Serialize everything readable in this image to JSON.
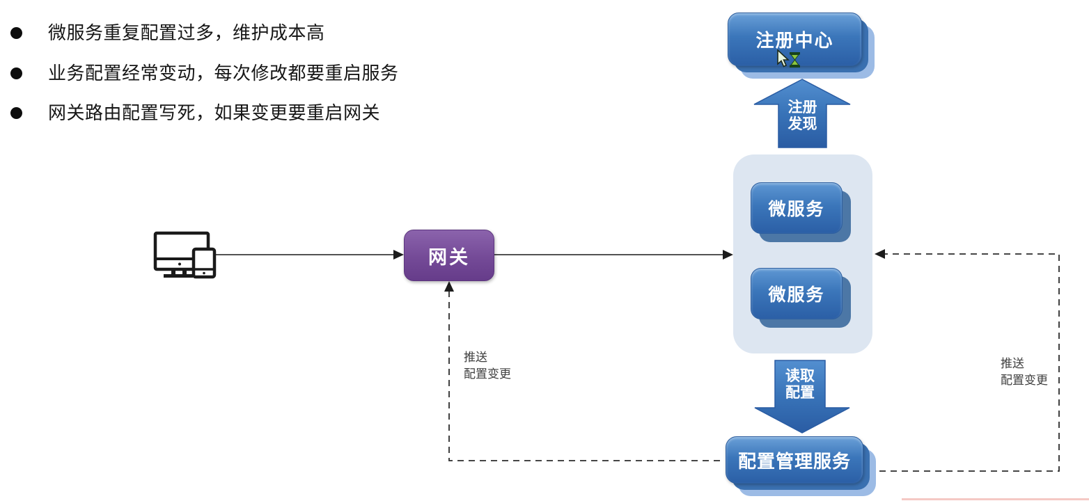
{
  "bullets": [
    "微服务重复配置过多，维护成本高",
    "业务配置经常变动，每次修改都要重启服务",
    "网关路由配置写死，如果变更要重启网关"
  ],
  "nodes": {
    "registry": {
      "label": "注册中心"
    },
    "microservice_1": {
      "label": "微服务"
    },
    "microservice_2": {
      "label": "微服务"
    },
    "gateway": {
      "label": "网关"
    },
    "config_service": {
      "label": "配置管理服务"
    }
  },
  "arrow_labels": {
    "register_discover": {
      "line1": "注册",
      "line2": "发现"
    },
    "read_config": {
      "line1": "读取",
      "line2": "配置"
    },
    "push_left": {
      "line1": "推送",
      "line2": "配置变更"
    },
    "push_right": {
      "line1": "推送",
      "line2": "配置变更"
    }
  },
  "icons": {
    "client_devices": "monitor-and-phone-icon",
    "busy_cursor": "pointer-with-hourglass-icon"
  },
  "colors": {
    "node_blue": "#3b76ba",
    "node_stack_mid": "#3a70b0",
    "node_stack_light": "#9cbbe5",
    "micro_stack": "#4c77a6",
    "container_bg": "#dde6f1",
    "gateway_purple": "#744a97",
    "connector": "#2b2b2b",
    "side_label_gray": "#3f3f3f",
    "progress_pink": "#f5c9c4"
  }
}
